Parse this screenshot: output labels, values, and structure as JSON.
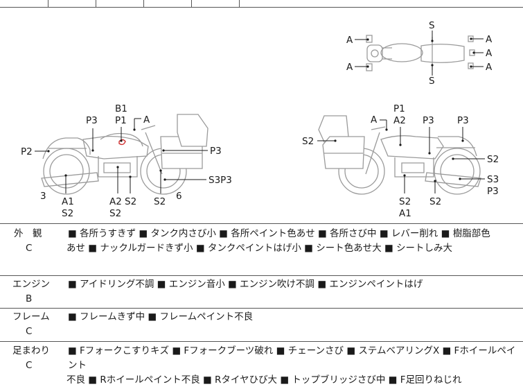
{
  "top_fragment": "",
  "diagram": {
    "top_view_labels": [
      "S",
      "A",
      "A",
      "A",
      "A",
      "A",
      "S"
    ],
    "left_view_labels": {
      "b1": "B1",
      "p1": "P1",
      "a": "A",
      "p3_top": "P3",
      "p2": "P2",
      "p3_right": "P3",
      "s3p3": "S3P3",
      "num3": "3",
      "a1": "A1",
      "s2_a": "S2",
      "a2": "A2",
      "s2_b": "S2",
      "s2_c": "S2",
      "s2_d": "S2",
      "num6": "6"
    },
    "right_view_labels": {
      "a": "A",
      "p1": "P1",
      "a2": "A2",
      "p3_mid": "P3",
      "p3_right": "P3",
      "s2_left": "S2",
      "s2_right": "S2",
      "s3": "S3",
      "p3_bottom": "P3",
      "s2_bottom": "S2",
      "a1": "A1",
      "s2_bottom2": "S2"
    },
    "colors": {
      "outline": "#9a9a9a",
      "label": "#1a1a1a",
      "damage_mark": "#d03030"
    }
  },
  "rows": [
    {
      "category": "外　観",
      "grade": "C",
      "lines": [
        "■ 各所うすきず ■ タンク内さび小 ■ 各所ペイント色あせ ■ 各所さび中 ■ レバー削れ ■ 樹脂部色",
        "あせ ■ ナックルガードきず小 ■ タンクペイントはげ小 ■ シート色あせ大 ■ シートしみ大"
      ]
    },
    {
      "category": "エンジン",
      "grade": "B",
      "lines": [
        "■ アイドリング不調 ■ エンジン音小 ■ エンジン吹け不調 ■ エンジンペイントはげ"
      ]
    },
    {
      "category": "フレーム",
      "grade": "C",
      "lines": [
        "■ フレームきず中 ■ フレームペイント不良"
      ]
    },
    {
      "category": "足まわり",
      "grade": "C",
      "lines": [
        "■ Fフォークこすりキズ ■ Fフォークブーツ破れ ■ チェーンさび ■ ステムベアリングX ■ Fホイールペイント",
        "不良 ■ Rホイールペイント不良 ■ Rタイヤひび大 ■ トップブリッジさび中 ■ F足回りねじれ"
      ]
    }
  ]
}
